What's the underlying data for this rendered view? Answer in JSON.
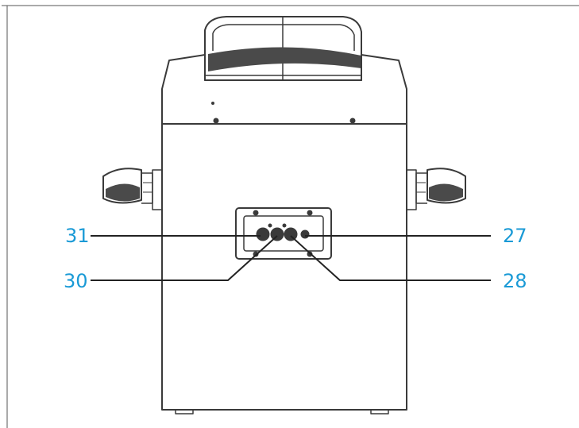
{
  "callouts": [
    {
      "id": "27",
      "label": "27",
      "part": "right-side-port"
    },
    {
      "id": "28",
      "label": "28",
      "part": "center-right-port"
    },
    {
      "id": "30",
      "label": "30",
      "part": "center-left-port"
    },
    {
      "id": "31",
      "label": "31",
      "part": "left-port"
    }
  ],
  "colors": {
    "line": "#3a3a3a",
    "callout_text": "#1a9ad6",
    "background": "#ffffff"
  }
}
